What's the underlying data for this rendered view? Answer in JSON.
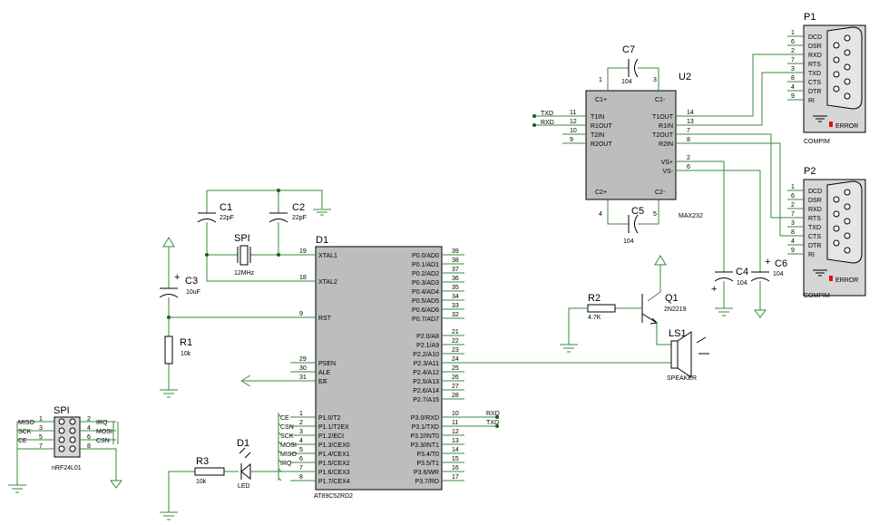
{
  "components": {
    "u2": {
      "name": "U2",
      "part": "MAX232",
      "left_pins": [
        {
          "num": "11",
          "name": "T1IN",
          "net": "TXD"
        },
        {
          "num": "12",
          "name": "R1OUT",
          "net": "RXD"
        },
        {
          "num": "10",
          "name": "T2IN"
        },
        {
          "num": "9",
          "name": "R2OUT"
        }
      ],
      "right_pins": [
        {
          "num": "14",
          "name": "T1OUT"
        },
        {
          "num": "13",
          "name": "R1IN"
        },
        {
          "num": "7",
          "name": "T2OUT"
        },
        {
          "num": "8",
          "name": "R2IN"
        },
        {
          "num": "2",
          "name": "VS+"
        },
        {
          "num": "6",
          "name": "VS-"
        }
      ],
      "top_labels": {
        "c1p": "C1+",
        "c1m": "C1-",
        "pin1": "1",
        "pin3": "3"
      },
      "bottom_labels": {
        "c2p": "C2+",
        "c2m": "C2-",
        "pin4": "4",
        "pin5": "5"
      }
    },
    "c7": {
      "name": "C7",
      "value": "104"
    },
    "c5": {
      "name": "C5",
      "value": "104"
    },
    "c4": {
      "name": "C4",
      "value": "104"
    },
    "c6": {
      "name": "C6",
      "value": "104"
    },
    "c1": {
      "name": "C1",
      "value": "22pF"
    },
    "c2": {
      "name": "C2",
      "value": "22pF"
    },
    "c3": {
      "name": "C3",
      "value": "10uF"
    },
    "crystal": {
      "name": "SPI",
      "value": "12MHz"
    },
    "r1": {
      "name": "R1",
      "value": "10k"
    },
    "r2": {
      "name": "R2",
      "value": "4.7K"
    },
    "r3": {
      "name": "R3",
      "value": "10k"
    },
    "q1": {
      "name": "Q1",
      "part": "2N2219"
    },
    "ls1": {
      "name": "LS1",
      "part": "SPEAKER"
    },
    "d1_led": {
      "name": "D1",
      "part": "LED"
    },
    "p1": {
      "name": "P1",
      "label": "COMPIM",
      "error": "ERROR",
      "pins": [
        {
          "num": "1",
          "name": "DCD"
        },
        {
          "num": "6",
          "name": "DSR"
        },
        {
          "num": "2",
          "name": "RXD"
        },
        {
          "num": "7",
          "name": "RTS"
        },
        {
          "num": "3",
          "name": "TXD"
        },
        {
          "num": "8",
          "name": "CTS"
        },
        {
          "num": "4",
          "name": "DTR"
        },
        {
          "num": "9",
          "name": "RI"
        }
      ]
    },
    "p2": {
      "name": "P2",
      "label": "COMPIM",
      "error": "ERROR",
      "pins": [
        {
          "num": "1",
          "name": "DCD"
        },
        {
          "num": "6",
          "name": "DSR"
        },
        {
          "num": "2",
          "name": "RXD"
        },
        {
          "num": "7",
          "name": "RTS"
        },
        {
          "num": "3",
          "name": "TXD"
        },
        {
          "num": "8",
          "name": "CTS"
        },
        {
          "num": "4",
          "name": "DTR"
        },
        {
          "num": "9",
          "name": "RI"
        }
      ]
    },
    "spi": {
      "name": "SPI",
      "part": "nRF24L01",
      "left": [
        {
          "num": "1",
          "net": "MISO"
        },
        {
          "num": "3",
          "net": "SCK"
        },
        {
          "num": "5",
          "net": "CE"
        },
        {
          "num": "7",
          "net": ""
        }
      ],
      "right": [
        {
          "num": "2",
          "net": "IRQ"
        },
        {
          "num": "4",
          "net": "MOSI"
        },
        {
          "num": "6",
          "net": "CSN"
        },
        {
          "num": "8",
          "net": ""
        }
      ]
    },
    "mcu": {
      "name": "D1",
      "part": "AT89C52RD2",
      "left_pins": [
        {
          "num": "19",
          "name": "XTAL1"
        },
        {
          "num": "18",
          "name": "XTAL2"
        },
        {
          "num": "9",
          "name": "RST"
        },
        {
          "num": "29",
          "name": "PSEN"
        },
        {
          "num": "30",
          "name": "ALE"
        },
        {
          "num": "31",
          "name": "EA"
        },
        {
          "num": "1",
          "name": "P1.0/T2",
          "net": "CE"
        },
        {
          "num": "2",
          "name": "P1.1/T2EX",
          "net": "CSN"
        },
        {
          "num": "3",
          "name": "P1.2/ECI",
          "net": "SCK"
        },
        {
          "num": "4",
          "name": "P1.3/CEX0",
          "net": "MOSI"
        },
        {
          "num": "5",
          "name": "P1.4/CEX1",
          "net": "MISO"
        },
        {
          "num": "6",
          "name": "P1.5/CEX2",
          "net": "IRQ"
        },
        {
          "num": "7",
          "name": "P1.6/CEX3"
        },
        {
          "num": "8",
          "name": "P1.7/CEX4"
        }
      ],
      "right_pins": [
        {
          "num": "39",
          "name": "P0.0/AD0"
        },
        {
          "num": "38",
          "name": "P0.1/AD1"
        },
        {
          "num": "37",
          "name": "P0.2/AD2"
        },
        {
          "num": "36",
          "name": "P0.3/AD3"
        },
        {
          "num": "35",
          "name": "P0.4/AD4"
        },
        {
          "num": "34",
          "name": "P0.5/AD5"
        },
        {
          "num": "33",
          "name": "P0.6/AD6"
        },
        {
          "num": "32",
          "name": "P0.7/AD7"
        },
        {
          "num": "21",
          "name": "P2.0/A8"
        },
        {
          "num": "22",
          "name": "P2.1/A9"
        },
        {
          "num": "23",
          "name": "P2.2/A10"
        },
        {
          "num": "24",
          "name": "P2.3/A11"
        },
        {
          "num": "25",
          "name": "P2.4/A12"
        },
        {
          "num": "26",
          "name": "P2.5/A13"
        },
        {
          "num": "27",
          "name": "P2.6/A14"
        },
        {
          "num": "28",
          "name": "P2.7/A15"
        },
        {
          "num": "10",
          "name": "P3.0/RXD",
          "net": "RXD"
        },
        {
          "num": "11",
          "name": "P3.1/TXD",
          "net": "TXD"
        },
        {
          "num": "12",
          "name": "P3.2/INT0"
        },
        {
          "num": "13",
          "name": "P3.3/INT1"
        },
        {
          "num": "14",
          "name": "P3.4/T0"
        },
        {
          "num": "15",
          "name": "P3.5/T1"
        },
        {
          "num": "16",
          "name": "P3.6/WR"
        },
        {
          "num": "17",
          "name": "P3.7/RD"
        }
      ]
    }
  },
  "symbols": {
    "plus": "+"
  }
}
